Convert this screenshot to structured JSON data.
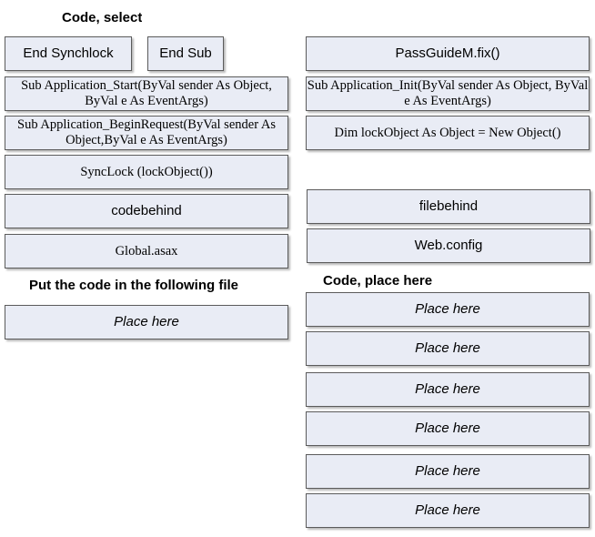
{
  "labels": {
    "top": "Code, select",
    "put_code": "Put the code in the following file",
    "code_place": "Code, place here"
  },
  "choices": {
    "end_synclock": "End Synchlock",
    "end_sub": "End Sub",
    "passguide": "PassGuideM.fix()",
    "app_start": "Sub Application_Start(ByVal sender As Object, ByVal e As EventArgs)",
    "app_init": "Sub Application_Init(ByVal sender As Object, ByVal e As EventArgs)",
    "begin_request": "Sub Application_BeginRequest(ByVal sender As Object,ByVal e As EventArgs)",
    "dim_lock": "Dim lockObject As Object = New Object()",
    "synclock": "SyncLock (lockObject())",
    "codebehind": "codebehind",
    "filebehind": "filebehind",
    "global_asax": "Global.asax",
    "web_config": "Web.config"
  },
  "targets": {
    "file_slot": "Place here",
    "code_slots": [
      "Place here",
      "Place here",
      "Place here",
      "Place here",
      "Place here",
      "Place here"
    ]
  }
}
